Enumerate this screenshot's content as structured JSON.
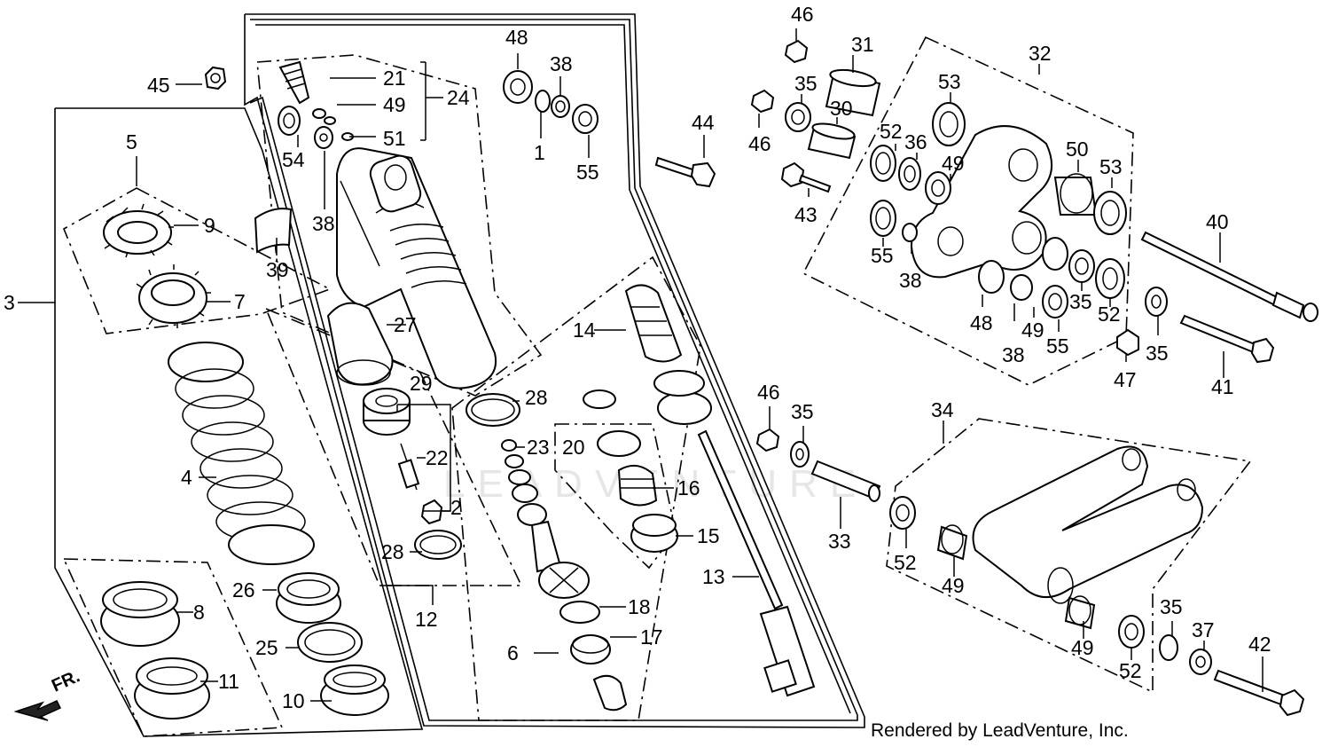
{
  "watermark": "LEADVENTURE",
  "credit": "Rendered by LeadVenture, Inc.",
  "fr_label": "FR.",
  "callouts": [
    "1",
    "2",
    "3",
    "4",
    "5",
    "6",
    "7",
    "8",
    "9",
    "10",
    "11",
    "12",
    "13",
    "14",
    "15",
    "16",
    "17",
    "18",
    "20",
    "21",
    "22",
    "23",
    "24",
    "25",
    "26",
    "27",
    "28",
    "29",
    "30",
    "31",
    "32",
    "33",
    "34",
    "35",
    "36",
    "37",
    "38",
    "39",
    "40",
    "41",
    "42",
    "43",
    "44",
    "45",
    "46",
    "47",
    "48",
    "49",
    "50",
    "51",
    "52",
    "53",
    "54",
    "55"
  ]
}
